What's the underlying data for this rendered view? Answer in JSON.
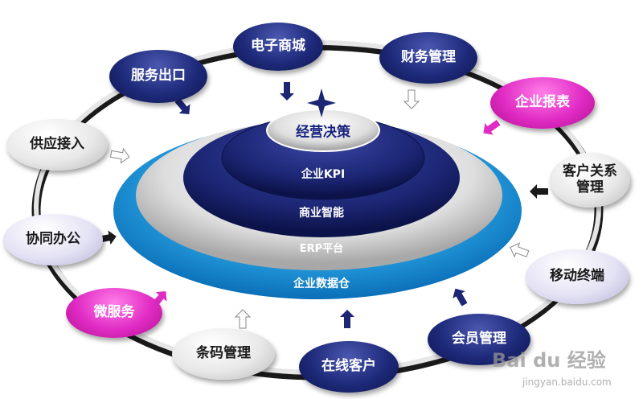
{
  "core": {
    "apex": "经营决策",
    "layers": [
      "企业KPI",
      "商业智能",
      "ERP平台",
      "企业数据仓"
    ]
  },
  "nodes": [
    {
      "label": "电子商城"
    },
    {
      "label": "财务管理"
    },
    {
      "label": "企业报表"
    },
    {
      "label": "客户关系管理"
    },
    {
      "label": "移动终端"
    },
    {
      "label": "会员管理"
    },
    {
      "label": "在线客户"
    },
    {
      "label": "条码管理"
    },
    {
      "label": "微服务"
    },
    {
      "label": "协同办公"
    },
    {
      "label": "供应接入"
    },
    {
      "label": "服务出口"
    }
  ],
  "watermark": {
    "brand": "Bai du 经验",
    "url": "jingyan.baidu.com"
  },
  "colors": {
    "navy": "#1e2a7a",
    "pink": "#e02bc4",
    "lavender": "#e4e2f4",
    "light_blue": "#28a6e6"
  }
}
